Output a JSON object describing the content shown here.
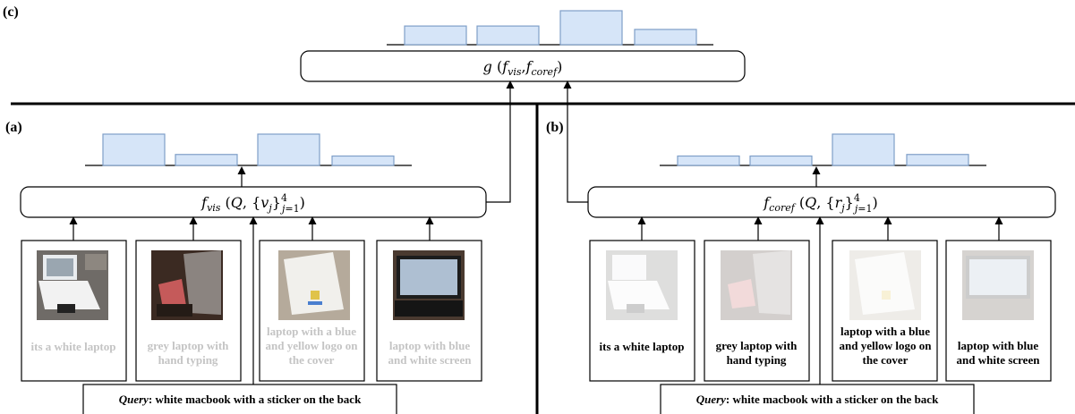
{
  "panels": {
    "c": {
      "label": "(c)"
    },
    "a": {
      "label": "(a)"
    },
    "b": {
      "label": "(b)"
    }
  },
  "query": {
    "prefix": "Query",
    "text": ": white macbook with a sticker on the back"
  },
  "captions": [
    [
      "its a white laptop"
    ],
    [
      "grey laptop with",
      "hand typing"
    ],
    [
      "laptop with a blue",
      "and yellow logo on",
      "the cover"
    ],
    [
      "laptop with blue",
      "and white screen"
    ]
  ],
  "distributions": {
    "g": [
      0.55,
      0.55,
      1.0,
      0.45
    ],
    "f_vis": [
      1.0,
      0.35,
      1.0,
      0.3
    ],
    "f_coref": [
      0.3,
      0.3,
      1.0,
      0.35
    ]
  },
  "colors": {
    "bar_fill": "#d6e5f8",
    "bar_stroke": "#7f9fc8",
    "faded_text": "#c4c4c4"
  }
}
